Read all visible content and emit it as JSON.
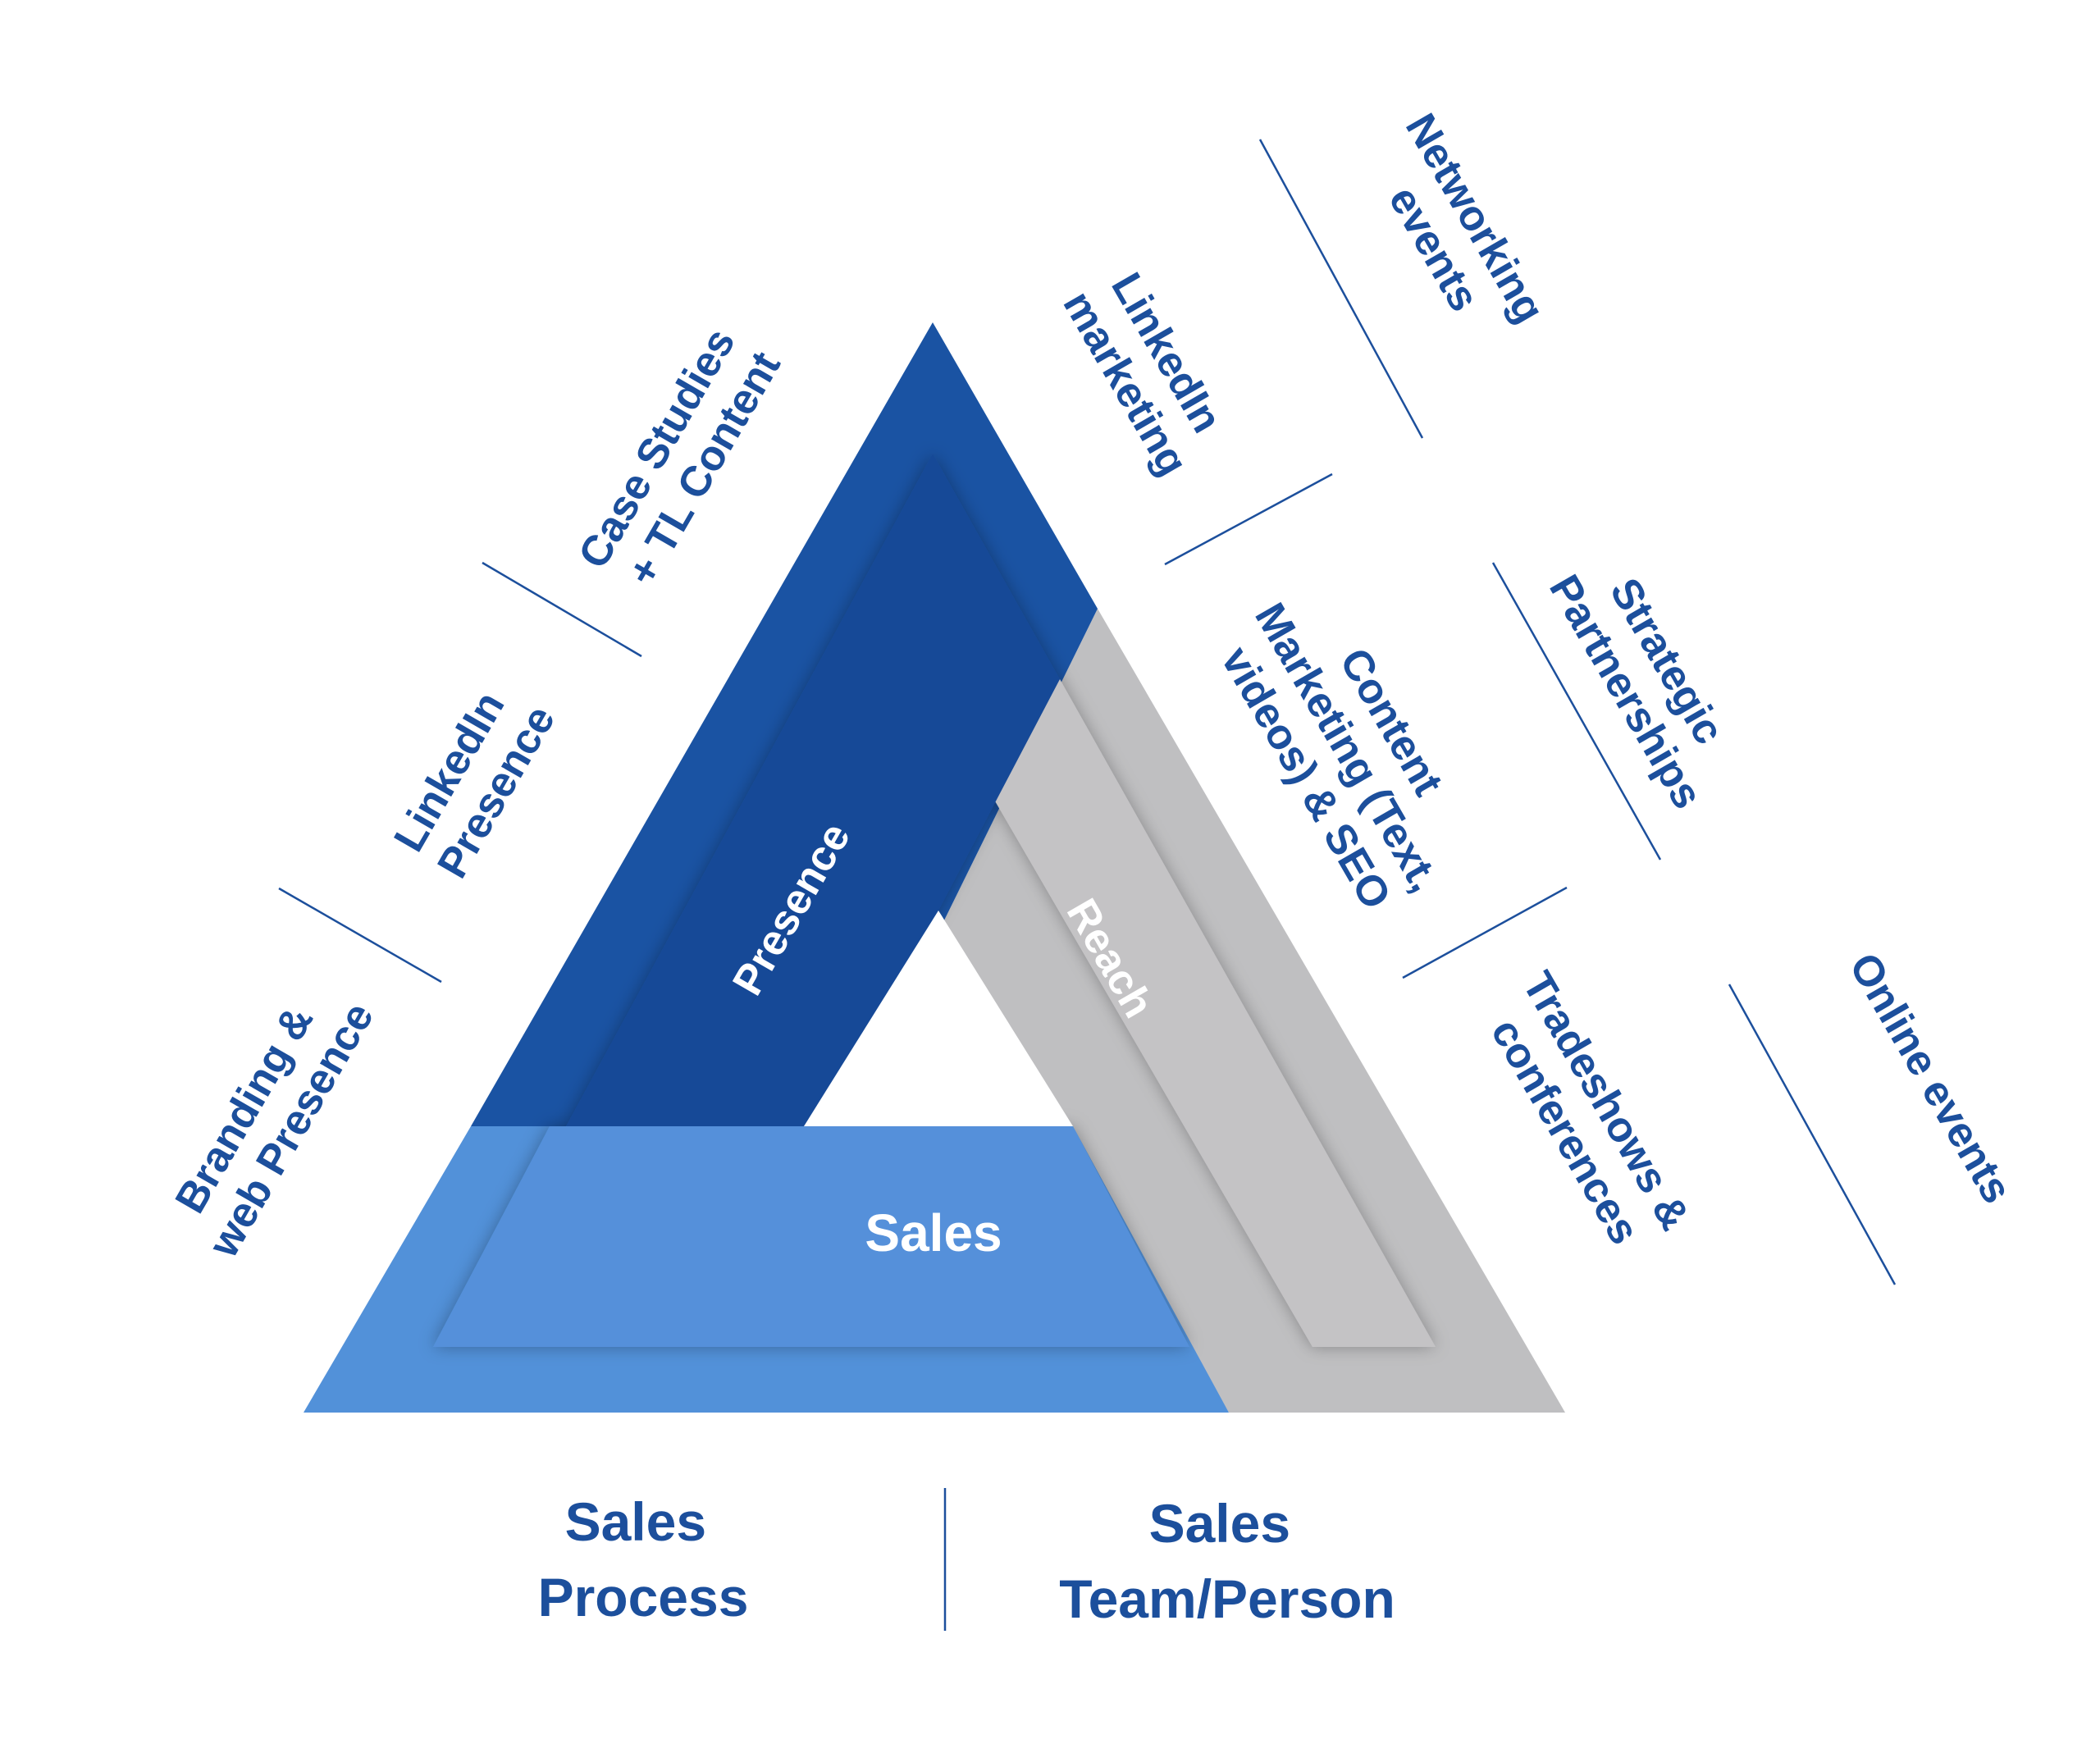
{
  "colors": {
    "presence": "#1a53a3",
    "presence_inner": "#184a97",
    "sales": "#5291d9",
    "sales_inner": "#5490da",
    "reach": "#bfbfc1",
    "reach_inner": "#c4c3c5",
    "text": "#1c4f9c"
  },
  "segments": {
    "presence": "Presence",
    "reach": "Reach",
    "sales": "Sales"
  },
  "labels": {
    "left": {
      "case_studies": [
        "Case Studies",
        "+ TL Content"
      ],
      "linkedin_presence": [
        "LinkedIn",
        "Presence"
      ],
      "branding": [
        "Branding &",
        "web Presence"
      ]
    },
    "right": {
      "networking": [
        "Networking",
        "events"
      ],
      "linkedin_marketing": [
        "LinkedIn",
        "marketing"
      ],
      "strategic": [
        "Strategic",
        "Partnerships"
      ],
      "content": [
        "Content",
        "Marketing (Text,",
        "videos) & SEO"
      ],
      "tradeshows": [
        "Tradeshows &",
        "conferences"
      ],
      "online": [
        "Online events"
      ]
    },
    "bottom": {
      "process": [
        "Sales",
        "Process"
      ],
      "team": [
        "Sales",
        "Team/Person"
      ]
    }
  }
}
